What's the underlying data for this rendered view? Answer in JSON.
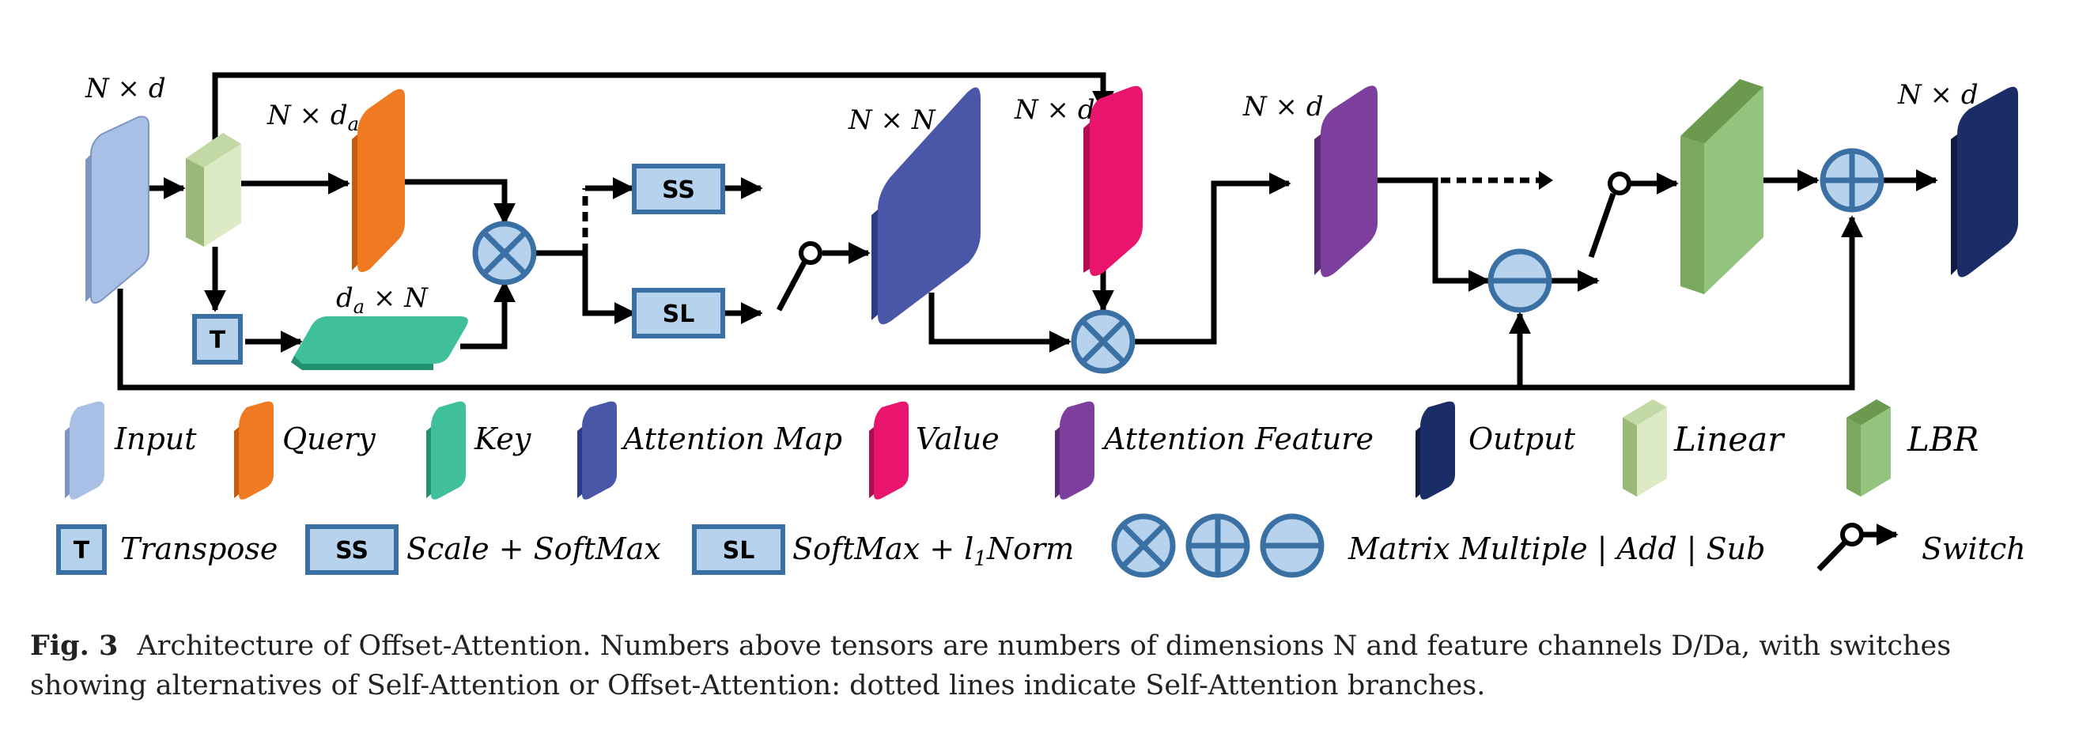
{
  "labels": {
    "input_dim": "N × d",
    "query_dim": "N × d",
    "query_dim_sub": "a",
    "key_dim_pre": "d",
    "key_dim_sub": "a",
    "key_dim_post": " × N",
    "attn_map_dim": "N × N",
    "value_dim": "N × d",
    "attn_feat_dim": "N × d",
    "output_dim": "N × d"
  },
  "boxes": {
    "transpose": "T",
    "scale_softmax": "SS",
    "softmax_l1": "SL"
  },
  "legend": {
    "input": "Input",
    "query": "Query",
    "key": "Key",
    "attention_map": "Attention Map",
    "value": "Value",
    "attention_feature": "Attention Feature",
    "output": "Output",
    "linear": "Linear",
    "lbr": "LBR",
    "transpose": "Transpose",
    "scale_softmax": "Scale + SoftMax",
    "softmax_l1_pre": "SoftMax + l",
    "softmax_l1_sub": "1",
    "softmax_l1_post": "Norm",
    "matrix_ops": "Matrix  Multiple | Add | Sub",
    "switch": "Switch"
  },
  "caption": {
    "fig_label": "Fig. 3",
    "text": "Architecture of Offset-Attention. Numbers above tensors are numbers of dimensions N and feature channels D/Da, with switches showing alternatives of Self-Attention or Offset-Attention: dotted lines indicate Self-Attention branches."
  },
  "colors": {
    "input": "#a8bfe6",
    "query": "#f07a22",
    "key": "#3fc09a",
    "attention_map": "#4a57a8",
    "value": "#e8146e",
    "attention_feature": "#7d3f9e",
    "output": "#1b2d66",
    "linear": "#dcebc6",
    "lbr": "#93c47d",
    "op_fill": "#b7d2ec",
    "op_stroke": "#3a70a3"
  }
}
